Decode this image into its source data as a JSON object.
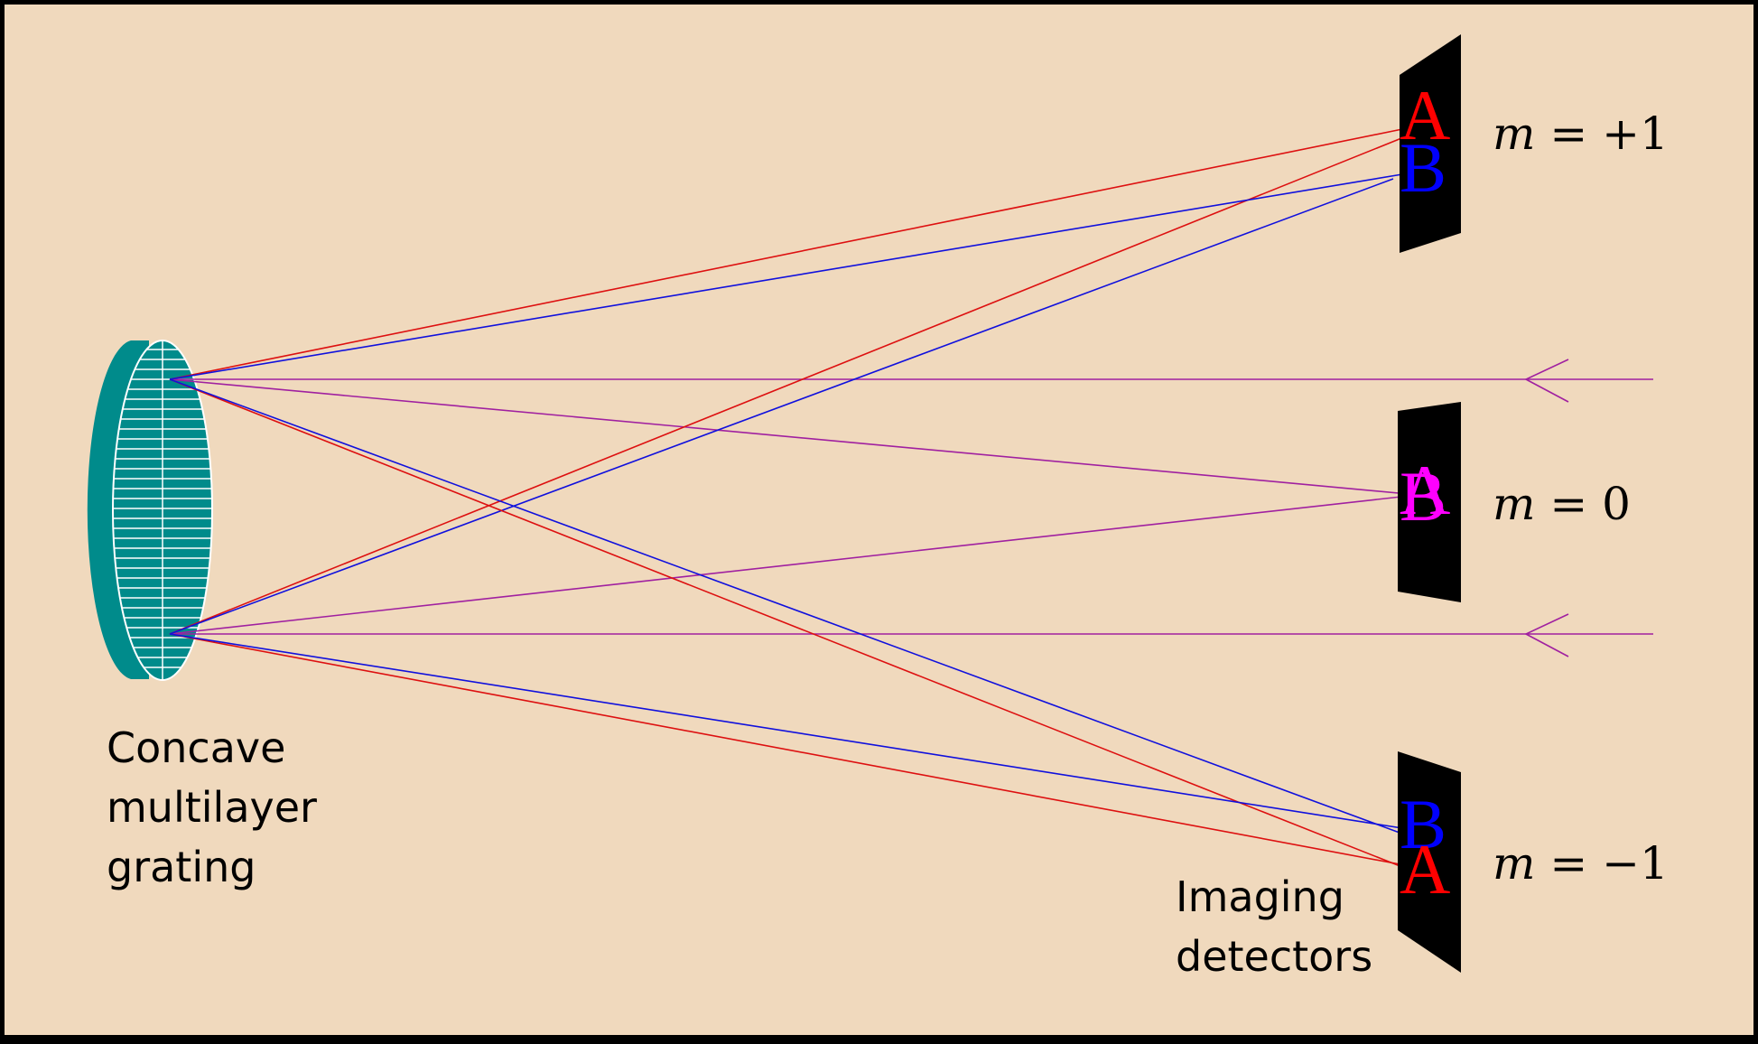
{
  "grating": {
    "caption": [
      "Concave",
      "multilayer",
      "grating"
    ],
    "body_color": "#008b8b",
    "face_color": "#008b8b",
    "rule_color": "#ffffff"
  },
  "detectors": {
    "caption": [
      "Imaging",
      "detectors"
    ],
    "color": "#000000",
    "orders": [
      {
        "m": "m",
        "eq": " = ",
        "value": "+1"
      },
      {
        "m": "m",
        "eq": " = ",
        "value": "0"
      },
      {
        "m": "m",
        "eq": " = ",
        "value": "−1"
      }
    ]
  },
  "spots": {
    "plus1": [
      {
        "label": "A",
        "color": "#ff0000"
      },
      {
        "label": "B",
        "color": "#0000ff"
      }
    ],
    "zero": [
      {
        "label": "A",
        "color": "#ff00ff"
      },
      {
        "label": "B",
        "color": "#ff00ff"
      }
    ],
    "minus1": [
      {
        "label": "B",
        "color": "#0000ff"
      },
      {
        "label": "A",
        "color": "#ff0000"
      }
    ]
  },
  "rays": {
    "incoming_color": "#a020a0",
    "zero_order_color": "#a020a0",
    "A_color": "#dd1010",
    "B_color": "#1010dd"
  },
  "background_color": "#f0d9bd"
}
